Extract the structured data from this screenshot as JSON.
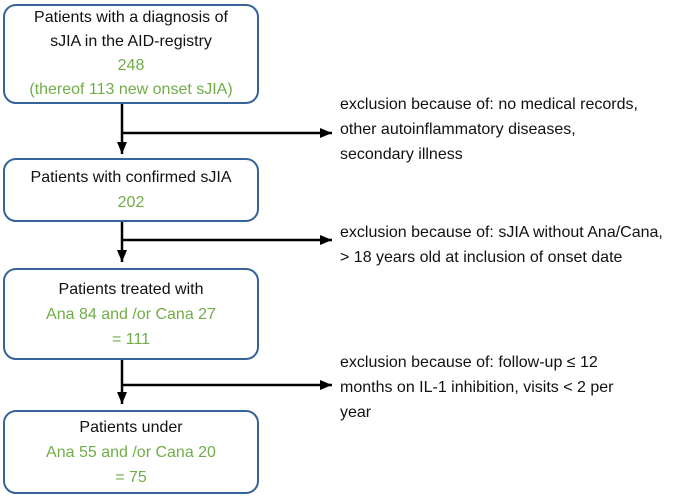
{
  "colors": {
    "green": "#70AD47",
    "box_border": "#35639A",
    "ink": "#111111",
    "background": "#FFFFFF"
  },
  "flowchart": {
    "boxes": [
      {
        "lines": [
          "Patients with a diagnosis of",
          "sJIA in the AID-registry",
          "248",
          "(thereof 113 new onset sJIA)"
        ]
      },
      {
        "lines": [
          "Patients with confirmed sJIA",
          "202"
        ]
      },
      {
        "lines": [
          "Patients treated with",
          "Ana 84 and /or Cana 27",
          "= 111"
        ]
      },
      {
        "lines": [
          "Patients under",
          "Ana 55 and /or Cana 20",
          "= 75"
        ]
      }
    ],
    "exclusions": [
      {
        "lines": [
          "exclusion because of: no medical records,",
          "other autoinflammatory diseases,",
          "secondary illness"
        ]
      },
      {
        "lines": [
          "exclusion because of: sJIA without Ana/Cana,",
          "> 18 years old at inclusion of onset date"
        ]
      },
      {
        "lines": [
          "exclusion because of: follow-up ≤ 12",
          "months on IL-1 inhibition, visits < 2 per",
          "year"
        ]
      }
    ]
  }
}
